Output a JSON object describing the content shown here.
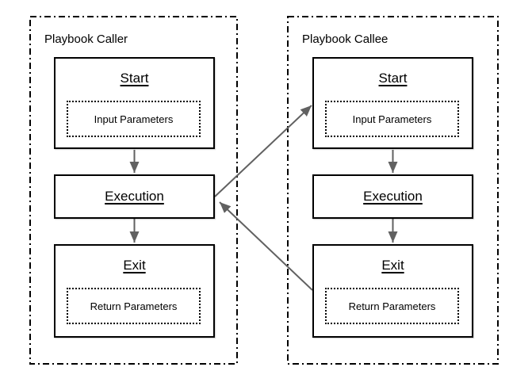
{
  "colors": {
    "background": "#ffffff",
    "node_border": "#000000",
    "text": "#000000",
    "arrow": "#616161"
  },
  "caller": {
    "title": "Playbook Caller",
    "start_label": "Start",
    "input_params": "Input Parameters",
    "execution_label": "Execution",
    "exit_label": "Exit",
    "return_params": "Return Parameters"
  },
  "callee": {
    "title": "Playbook Callee",
    "start_label": "Start",
    "input_params": "Input Parameters",
    "execution_label": "Execution",
    "exit_label": "Exit",
    "return_params": "Return Parameters"
  }
}
